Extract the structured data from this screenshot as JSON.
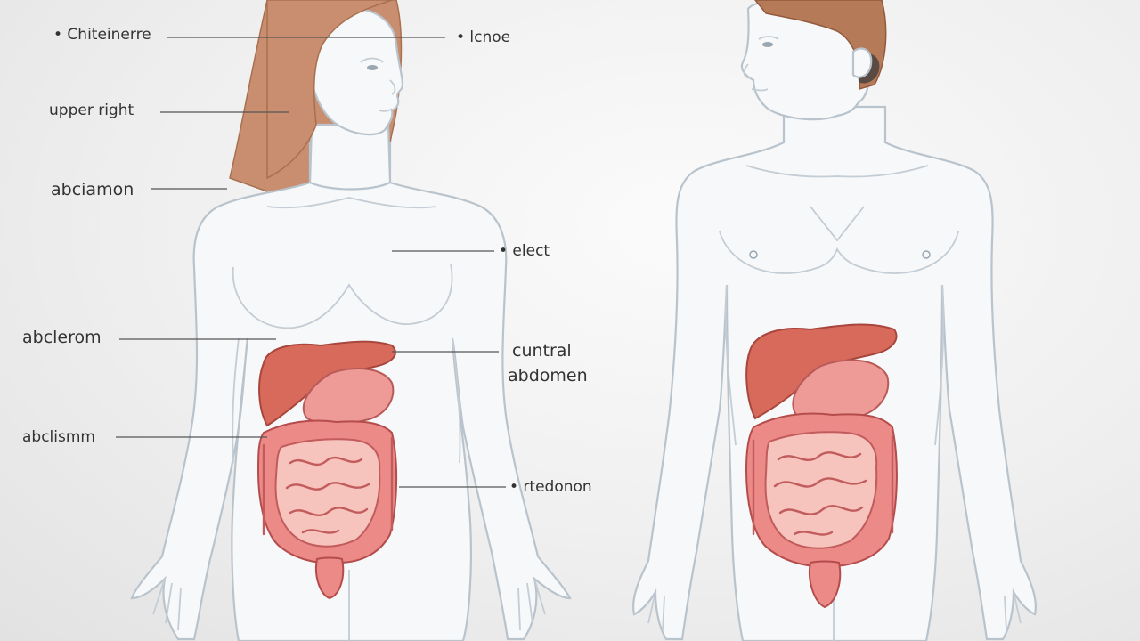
{
  "labels": {
    "left_top": "• Chiteinerre",
    "right_top": "• lcnoe",
    "upper_right": "upper right",
    "abdomen_1": "abciamon",
    "chest": "• elect",
    "abdomen_2": "abclerom",
    "central_line1": "cuntral",
    "central_line2": "abdomen",
    "abdomen_3": "abclismm",
    "lower": "• rtedonon"
  },
  "colors": {
    "background": "#efefef",
    "skin_outline": "#b9c3cc",
    "hair_female": "#c88e6f",
    "hair_male": "#b57a58",
    "liver": "#d86a5c",
    "intestine": "#ec8a88",
    "leader_line": "#555555"
  }
}
